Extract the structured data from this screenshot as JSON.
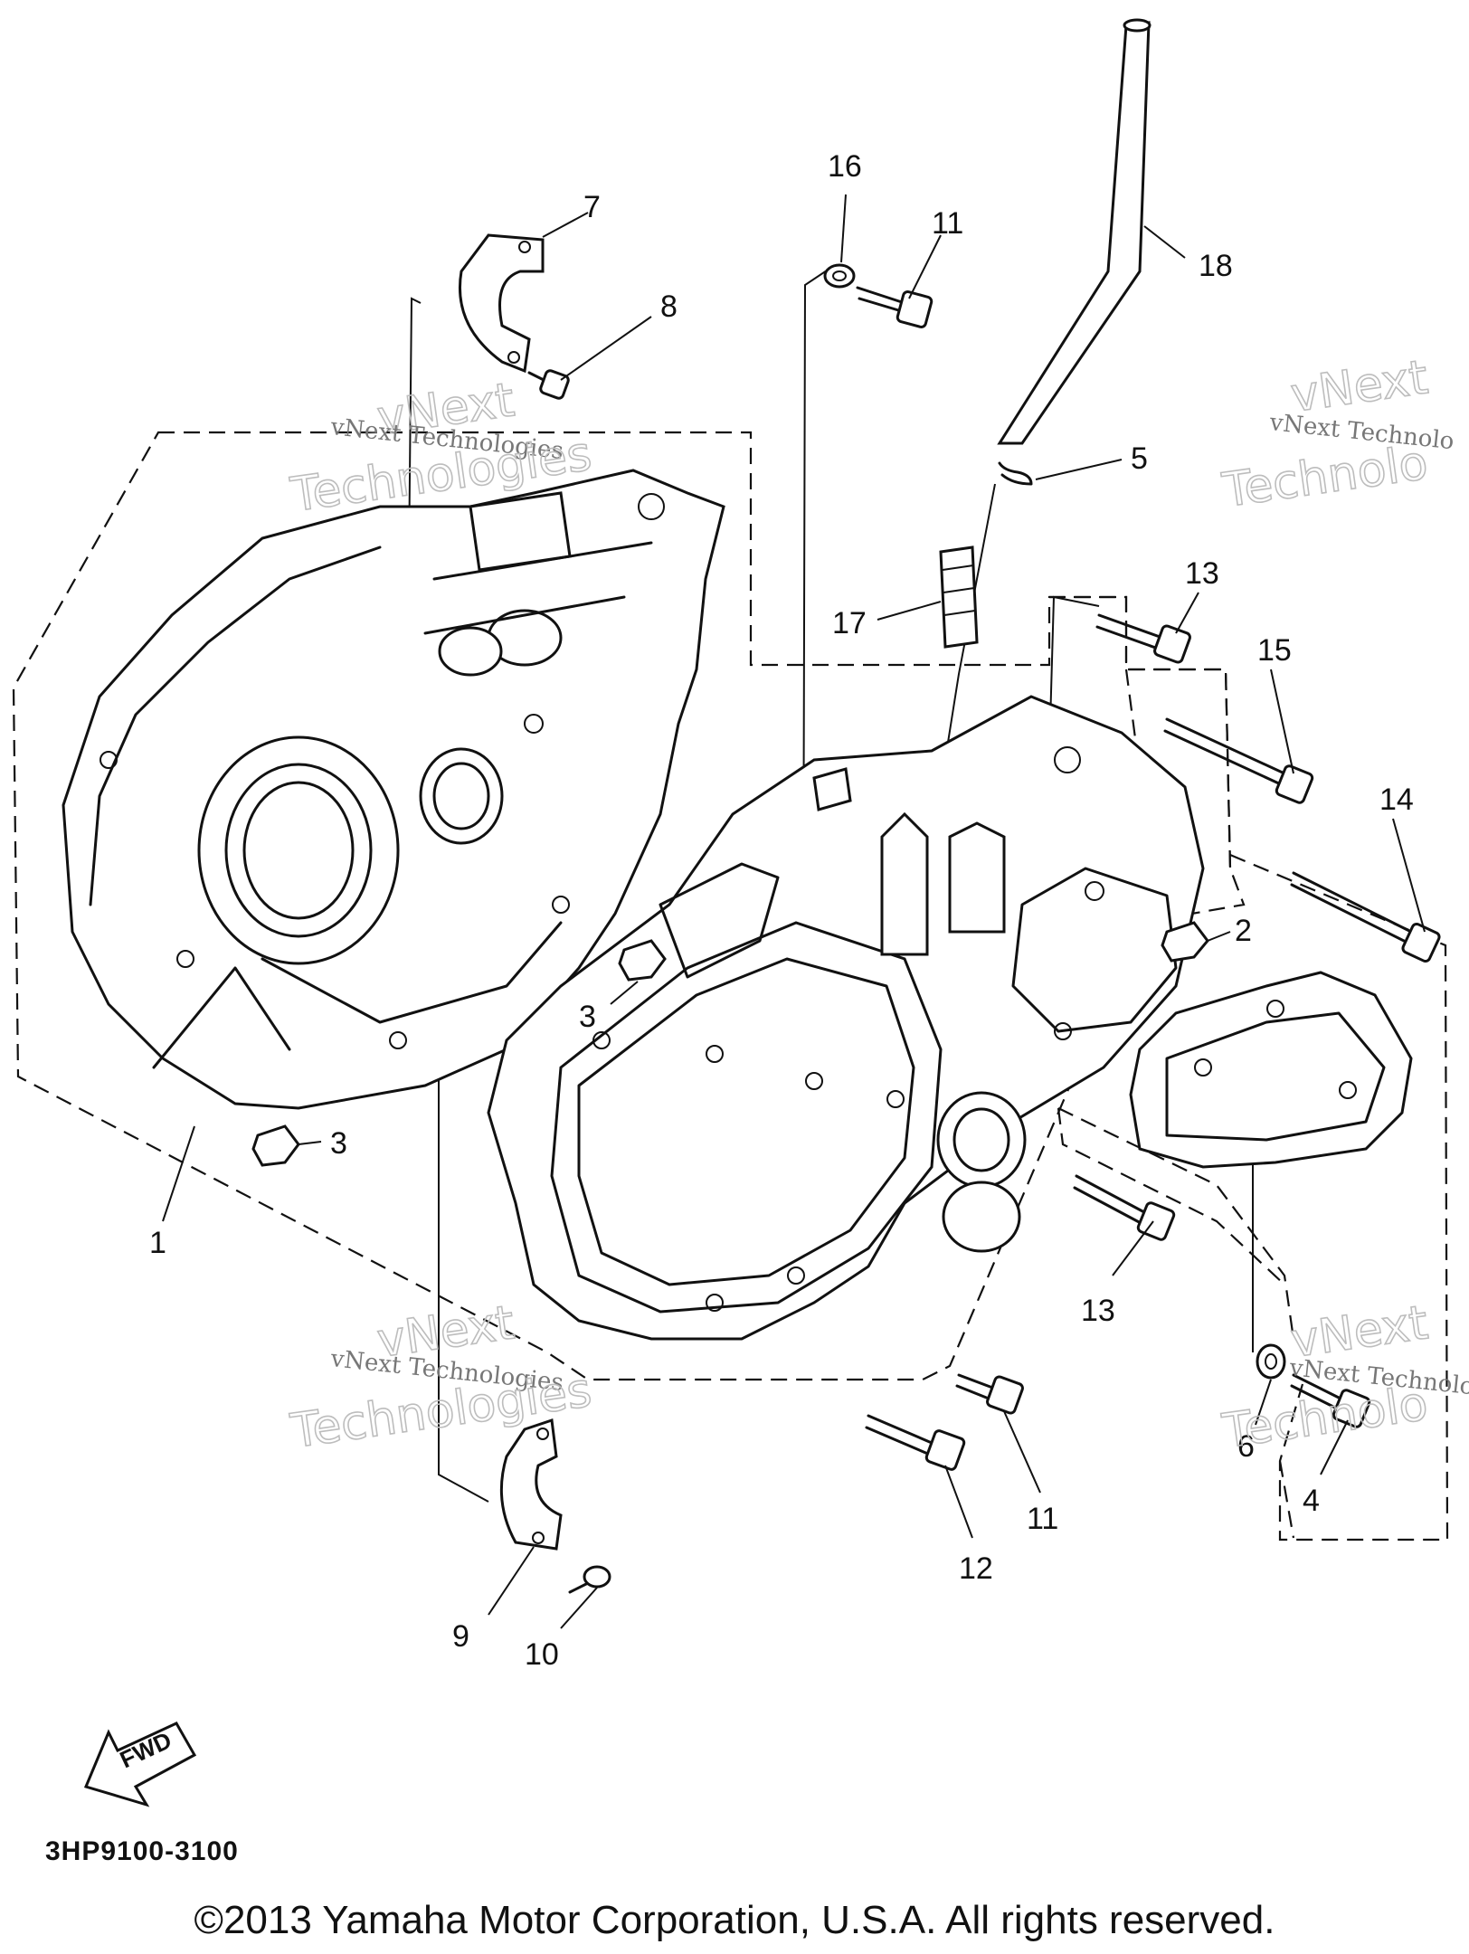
{
  "callouts": {
    "c1": "1",
    "c2": "2",
    "c3a": "3",
    "c3b": "3",
    "c4": "4",
    "c5": "5",
    "c6": "6",
    "c7": "7",
    "c8": "8",
    "c9": "9",
    "c10": "10",
    "c11a": "11",
    "c11b": "11",
    "c12": "12",
    "c13a": "13",
    "c13b": "13",
    "c14": "14",
    "c15": "15",
    "c16": "16",
    "c17": "17",
    "c18": "18"
  },
  "watermark": {
    "line1": "vNext Technologies",
    "line2": "vNext",
    "line3": "Technologies",
    "right1": "vNext Technolo",
    "right2": "vNext",
    "right3": "Technolo",
    "right4": "vNext Technolo",
    "right5": "vNext",
    "right6": "Technolo"
  },
  "fwd_label": "FWD",
  "drawing_code": "3HP9100-3100",
  "copyright": "©2013 Yamaha Motor Corporation, U.S.A. All rights reserved.",
  "colors": {
    "ink": "#111111",
    "watermark": "#bdbdbd",
    "background": "#ffffff"
  }
}
